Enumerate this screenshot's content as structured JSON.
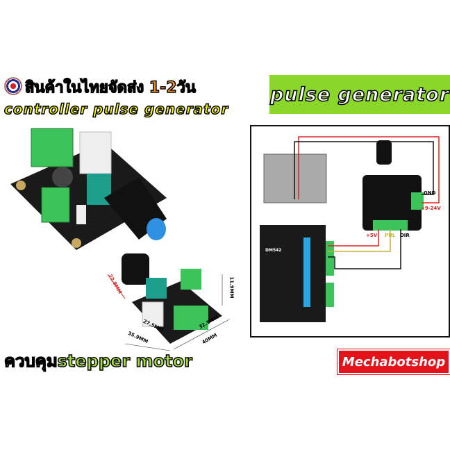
{
  "header": {
    "thai_shipping_text": "สินค้าในไทยจัดส่ง 1-2วัน",
    "product_title": "controller pulse generator",
    "banner_title": "pulse generator"
  },
  "footer": {
    "control_text": "ควบคุมstepper motor",
    "shop_name": "Mechabotshop"
  },
  "dimensions": [
    "22.9MM",
    "11.9MM",
    "27.5MM",
    "32.5MM",
    "35.9MM",
    "40MM"
  ],
  "wiring": {
    "labels": {
      "gnd": "GND",
      "vin": "+9-24V",
      "plus5v": "+5V",
      "pul": "PUL",
      "dir": "DIR"
    },
    "driver_name": "DM542"
  },
  "colors": {
    "banner_green": "#8bd62a",
    "shop_red": "#e3131b",
    "title_yellow": "#ffff00",
    "thai_orange": "#f7941d",
    "pcb_green_terminal": "#3cc35a"
  }
}
